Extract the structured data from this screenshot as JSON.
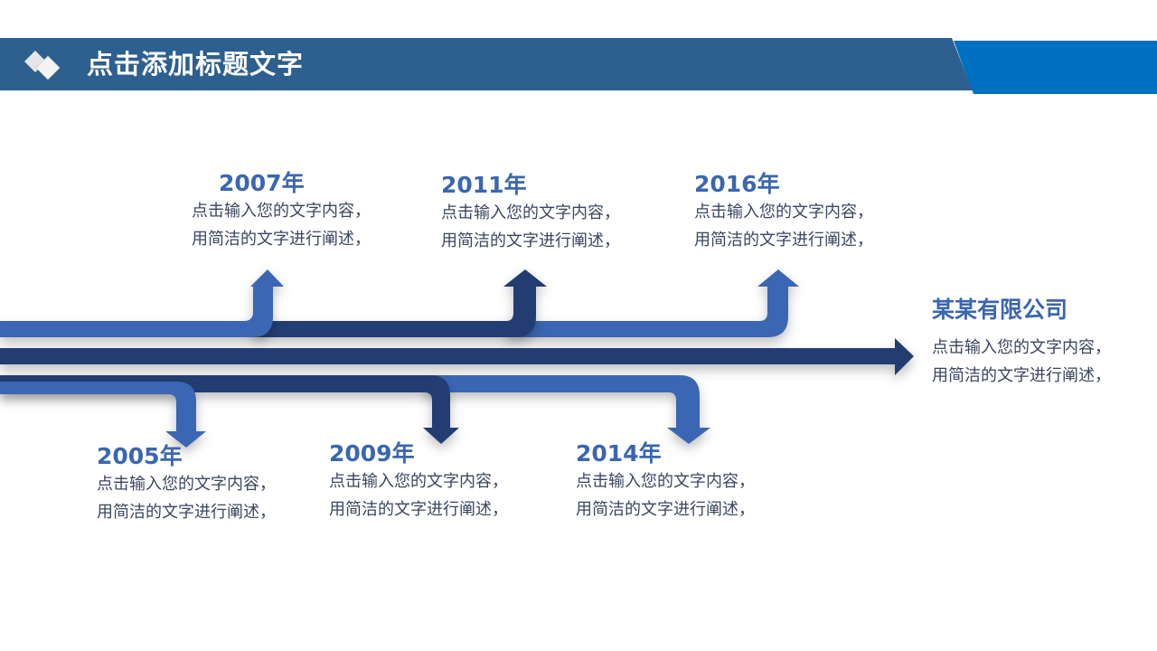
{
  "header": {
    "title": "点击添加标题文字"
  },
  "colors": {
    "header_dark": "#2d5f8f",
    "header_accent": "#0070c0",
    "arrow_light": "#3a66b4",
    "arrow_dark": "#213c72",
    "year_text": "#3b66b0"
  },
  "timeline": {
    "above": [
      {
        "year": "2007年",
        "line1": "点击输入您的文字内容，",
        "line2": "用简洁的文字进行阐述，"
      },
      {
        "year": "2011年",
        "line1": "点击输入您的文字内容，",
        "line2": "用简洁的文字进行阐述，"
      },
      {
        "year": "2016年",
        "line1": "点击输入您的文字内容，",
        "line2": "用简洁的文字进行阐述，"
      }
    ],
    "below": [
      {
        "year": "2005年",
        "line1": "点击输入您的文字内容，",
        "line2": "用简洁的文字进行阐述，"
      },
      {
        "year": "2009年",
        "line1": "点击输入您的文字内容，",
        "line2": "用简洁的文字进行阐述，"
      },
      {
        "year": "2014年",
        "line1": "点击输入您的文字内容，",
        "line2": "用简洁的文字进行阐述，"
      }
    ],
    "end": {
      "title": "某某有限公司",
      "line1": "点击输入您的文字内容，",
      "line2": "用简洁的文字进行阐述，"
    }
  }
}
